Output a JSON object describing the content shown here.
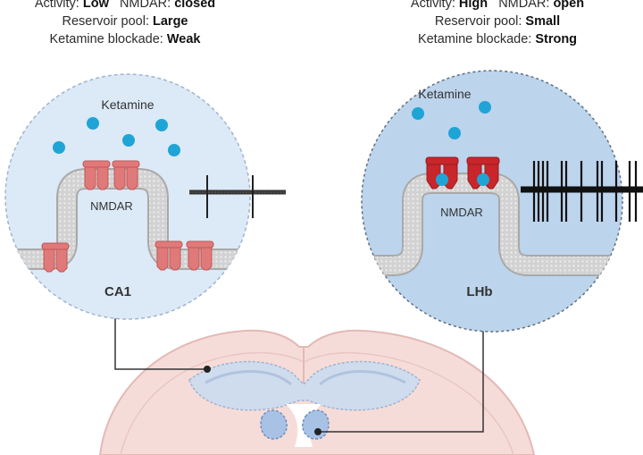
{
  "left_panel": {
    "activity_label": "Activity:",
    "activity_value": "Low",
    "nmdar_label": "NMDAR:",
    "nmdar_value": "closed",
    "reservoir_label": "Reservoir pool:",
    "reservoir_value": "Large",
    "blockade_label": "Ketamine blockade:",
    "blockade_value": "Weak",
    "ketamine_label": "Ketamine",
    "receptor_label": "NMDAR",
    "region_label": "CA1"
  },
  "right_panel": {
    "activity_label": "Activity:",
    "activity_value": "High",
    "nmdar_label": "NMDAR:",
    "nmdar_value": "open",
    "reservoir_label": "Reservoir pool:",
    "reservoir_value": "Small",
    "blockade_label": "Ketamine blockade:",
    "blockade_value": "Strong",
    "ketamine_label": "Ketamine",
    "receptor_label": "NMDAR",
    "region_label": "LHb"
  },
  "colors": {
    "left_circle": "#dce9f6",
    "right_circle": "#bcd4ec",
    "receptor": "#e07a7a",
    "receptor_open": "#c8262b",
    "ketamine_dot": "#1fa4d6",
    "membrane": "#c9c9c9",
    "brain": "#f6dcd8",
    "region_fill": "#b4c8e4"
  }
}
